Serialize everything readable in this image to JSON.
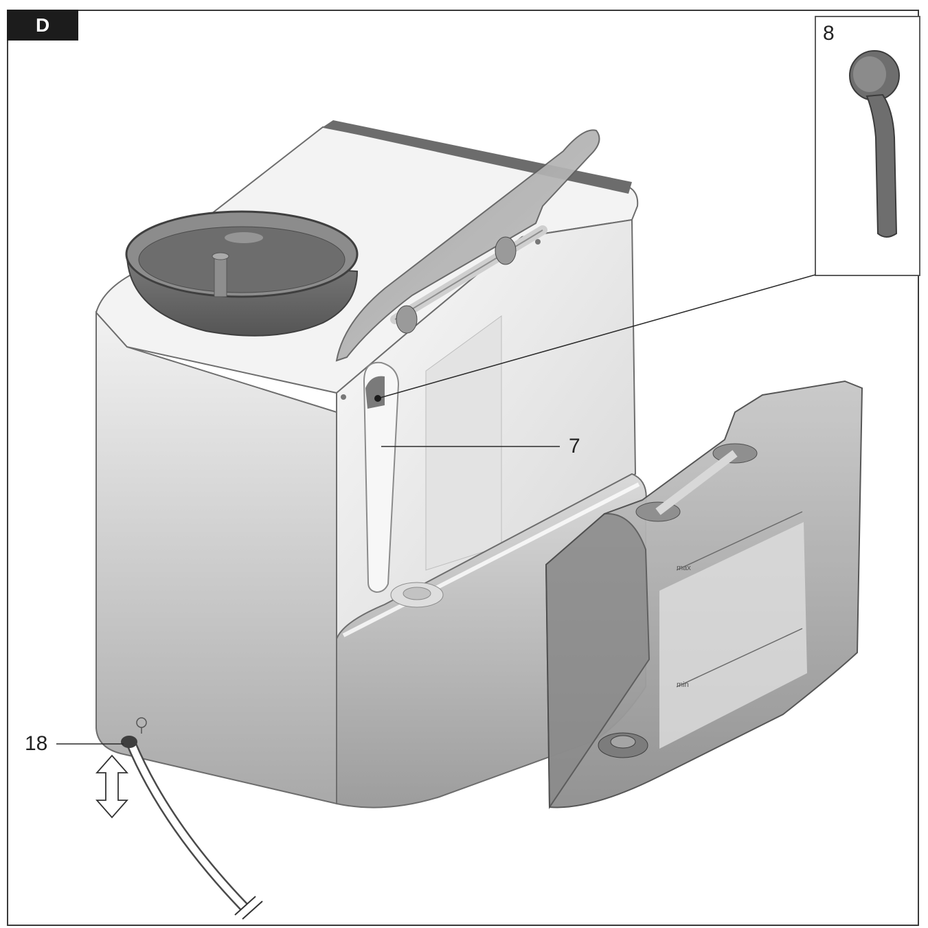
{
  "figure": {
    "section_letter": "D",
    "callouts": {
      "spoon_label": "8",
      "water_level_label": "7",
      "hose_label": "18"
    },
    "tank_marks": {
      "max_text": "max",
      "min_text": "min"
    },
    "icons": {
      "main_body": "coffee-machine-body",
      "bean_container": "bean-container-icon",
      "lid": "container-lid-icon",
      "water_tank": "water-tank-icon",
      "spoon": "measuring-spoon-icon",
      "hose": "hose-icon",
      "arrow": "double-arrow-icon",
      "tap_symbol": "water-tap-icon"
    }
  }
}
